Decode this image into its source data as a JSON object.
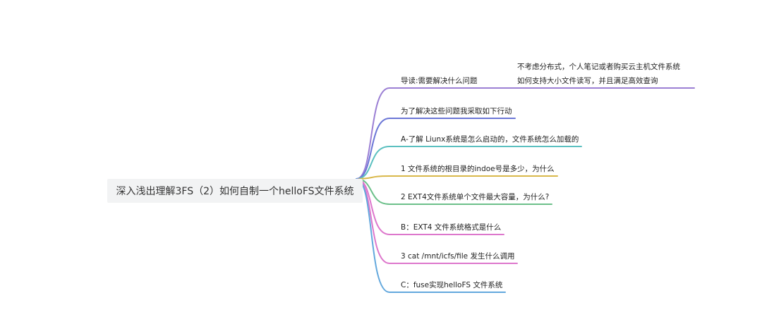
{
  "mindmap": {
    "root": {
      "label": "深入浅出理解3FS（2）如何自制一个helloFS文件系统"
    },
    "branches": [
      {
        "label": "导读:需要解决什么问题",
        "color": "#9b7fd4",
        "children": [
          {
            "label": "不考虑分布式，个人笔记或者购买云主机文件系统"
          },
          {
            "label": "如何支持大小文件读写，并且满足高效查询"
          }
        ]
      },
      {
        "label": "为了解决这些问题我采取如下行动",
        "color": "#6b76d6"
      },
      {
        "label": "A-了解 Liunx系统是怎么启动的，文件系统怎么加载的",
        "color": "#5bc0c0"
      },
      {
        "label": "1 文件系统的根目录的indoe号是多少，为什么",
        "color": "#d9b84a"
      },
      {
        "label": "2 EXT4文件系统单个文件最大容量，为什么?",
        "color": "#6cc08a"
      },
      {
        "label": "B：EXT4 文件系统格式是什么",
        "color": "#dd77cc"
      },
      {
        "label": "3  cat /mnt/icfs/file 发生什么调用",
        "color": "#dd77cc"
      },
      {
        "label": "C：fuse实现helloFS 文件系统",
        "color": "#63a8dd"
      }
    ]
  }
}
